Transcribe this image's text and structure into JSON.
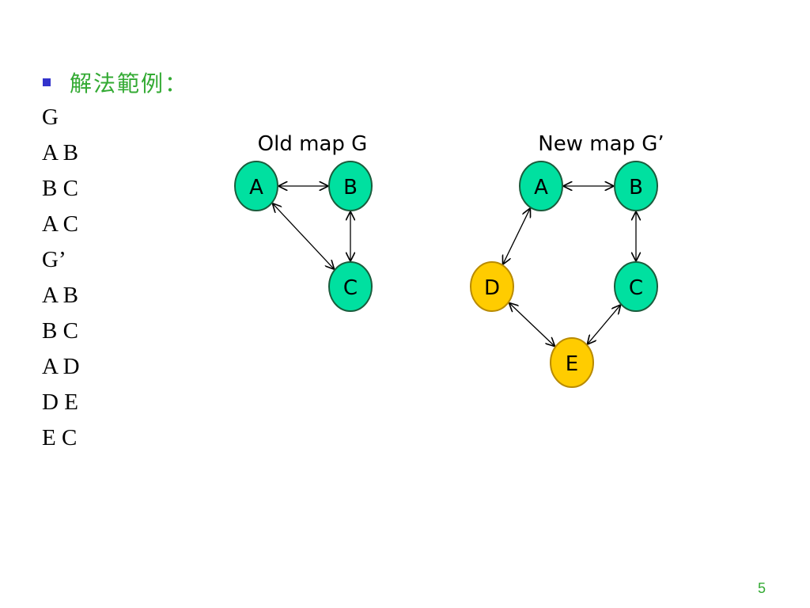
{
  "heading": "解法範例：",
  "edge_list": [
    "G",
    "A B",
    "B C",
    "A C",
    "G’",
    "A B",
    "B C",
    "A D",
    "D E",
    "E C"
  ],
  "colors": {
    "bullet": "#3333cc",
    "heading": "#33aa33",
    "node_existing": "#00e0a0",
    "node_new": "#ffcc00",
    "node_stroke": "#1a5c3c",
    "node_new_stroke": "#b88a00",
    "page_number": "#33aa33"
  },
  "old_map": {
    "title": "Old map G",
    "nodes": [
      "A",
      "B",
      "C"
    ],
    "edges": [
      [
        "A",
        "B"
      ],
      [
        "B",
        "C"
      ],
      [
        "A",
        "C"
      ]
    ]
  },
  "new_map": {
    "title": "New map G’",
    "nodes": [
      "A",
      "B",
      "C",
      "D",
      "E"
    ],
    "new_nodes": [
      "D",
      "E"
    ],
    "edges": [
      [
        "A",
        "B"
      ],
      [
        "B",
        "C"
      ],
      [
        "A",
        "D"
      ],
      [
        "D",
        "E"
      ],
      [
        "E",
        "C"
      ]
    ]
  },
  "page_number": "5"
}
